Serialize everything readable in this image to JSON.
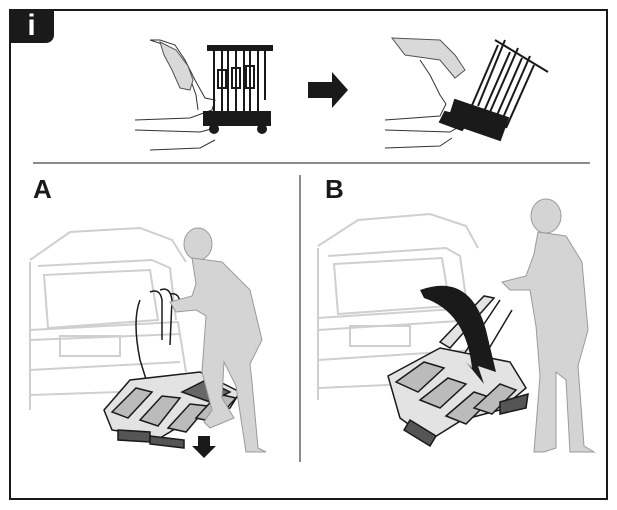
{
  "header": {
    "info_icon_letter": "i"
  },
  "panels": {
    "a": {
      "label": "A"
    },
    "b": {
      "label": "B"
    }
  },
  "colors": {
    "ink": "#1a1a1a",
    "figure_gray": "#d4d4d4",
    "car_outline": "#cfcfcf",
    "rack_dark": "#2a2a2a"
  },
  "icons": [
    "info-icon",
    "arrow-right-icon",
    "arrow-down-icon",
    "curved-tilt-arrow-icon"
  ]
}
